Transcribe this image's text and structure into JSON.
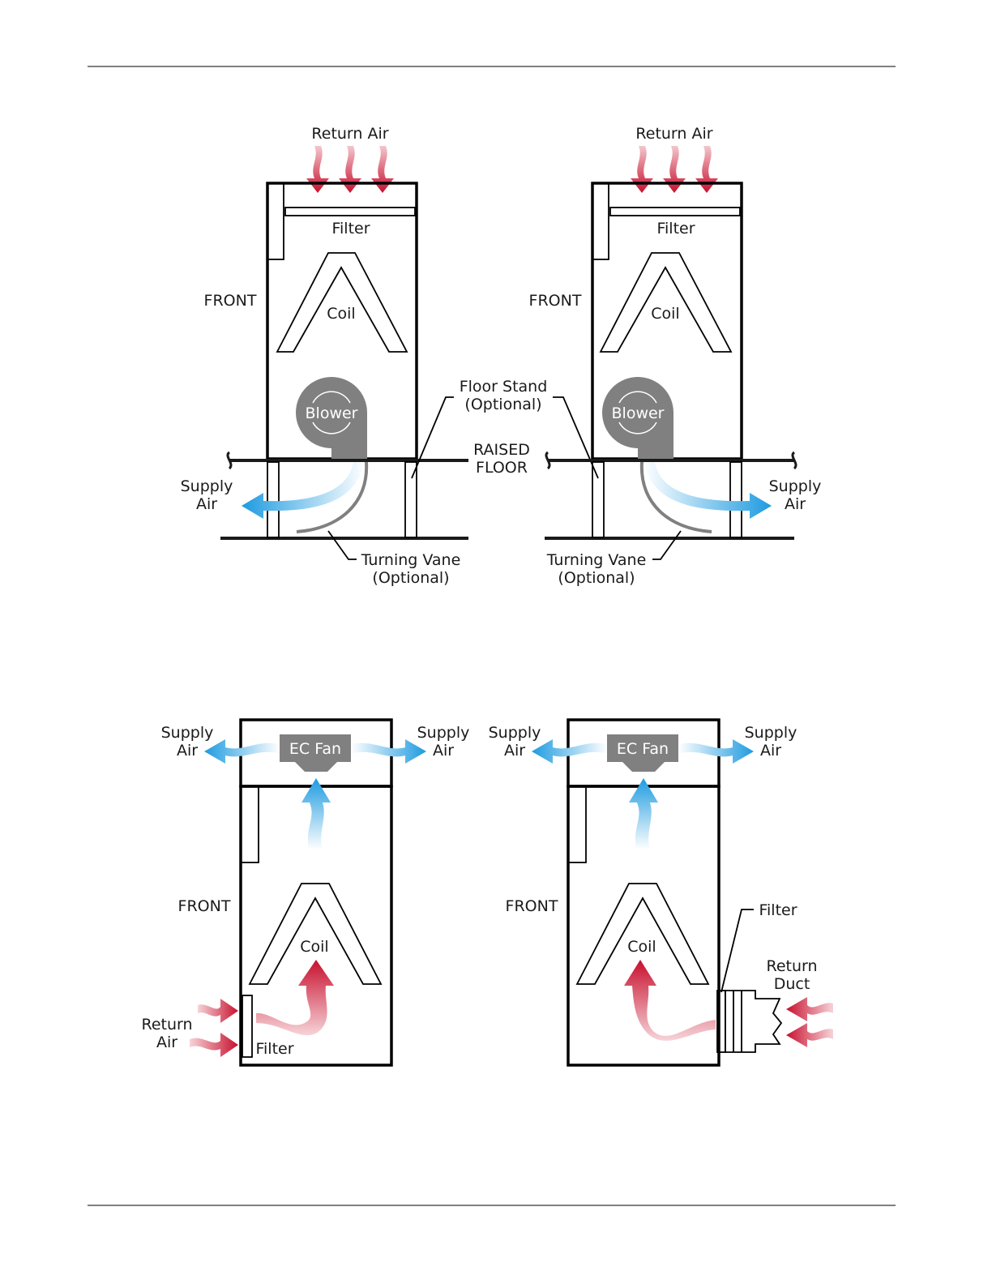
{
  "diagrams": {
    "top_left": {
      "return_air": "Return Air",
      "filter": "Filter",
      "front": "FRONT",
      "coil": "Coil",
      "blower": "Blower",
      "floor_stand": [
        "Floor Stand",
        "(Optional)"
      ],
      "raised_floor": [
        "RAISED",
        "FLOOR"
      ],
      "supply_air": [
        "Supply",
        "Air"
      ],
      "turning_vane": [
        "Turning Vane",
        "(Optional)"
      ]
    },
    "top_right": {
      "return_air": "Return Air",
      "filter": "Filter",
      "front": "FRONT",
      "coil": "Coil",
      "blower": "Blower",
      "supply_air": [
        "Supply",
        "Air"
      ],
      "turning_vane": [
        "Turning Vane",
        "(Optional)"
      ]
    },
    "bottom_left": {
      "supply_air_left": [
        "Supply",
        "Air"
      ],
      "supply_air_right": [
        "Supply",
        "Air"
      ],
      "ec_fan": "EC Fan",
      "front": "FRONT",
      "coil": "Coil",
      "return_air": [
        "Return",
        "Air"
      ],
      "filter": "Filter"
    },
    "bottom_right": {
      "supply_air_left": [
        "Supply",
        "Air"
      ],
      "supply_air_right": [
        "Supply",
        "Air"
      ],
      "ec_fan": "EC Fan",
      "front": "FRONT",
      "coil": "Coil",
      "filter": "Filter",
      "return_duct": [
        "Return",
        "Duct"
      ]
    }
  },
  "colors": {
    "return_air_arrow": "#c8102e",
    "supply_air_arrow": "#1e9be0",
    "cabinet_fill_top": "#ffffff",
    "cabinet_fill_bottom": "#c9cbcd",
    "component_gray": "#808080"
  }
}
